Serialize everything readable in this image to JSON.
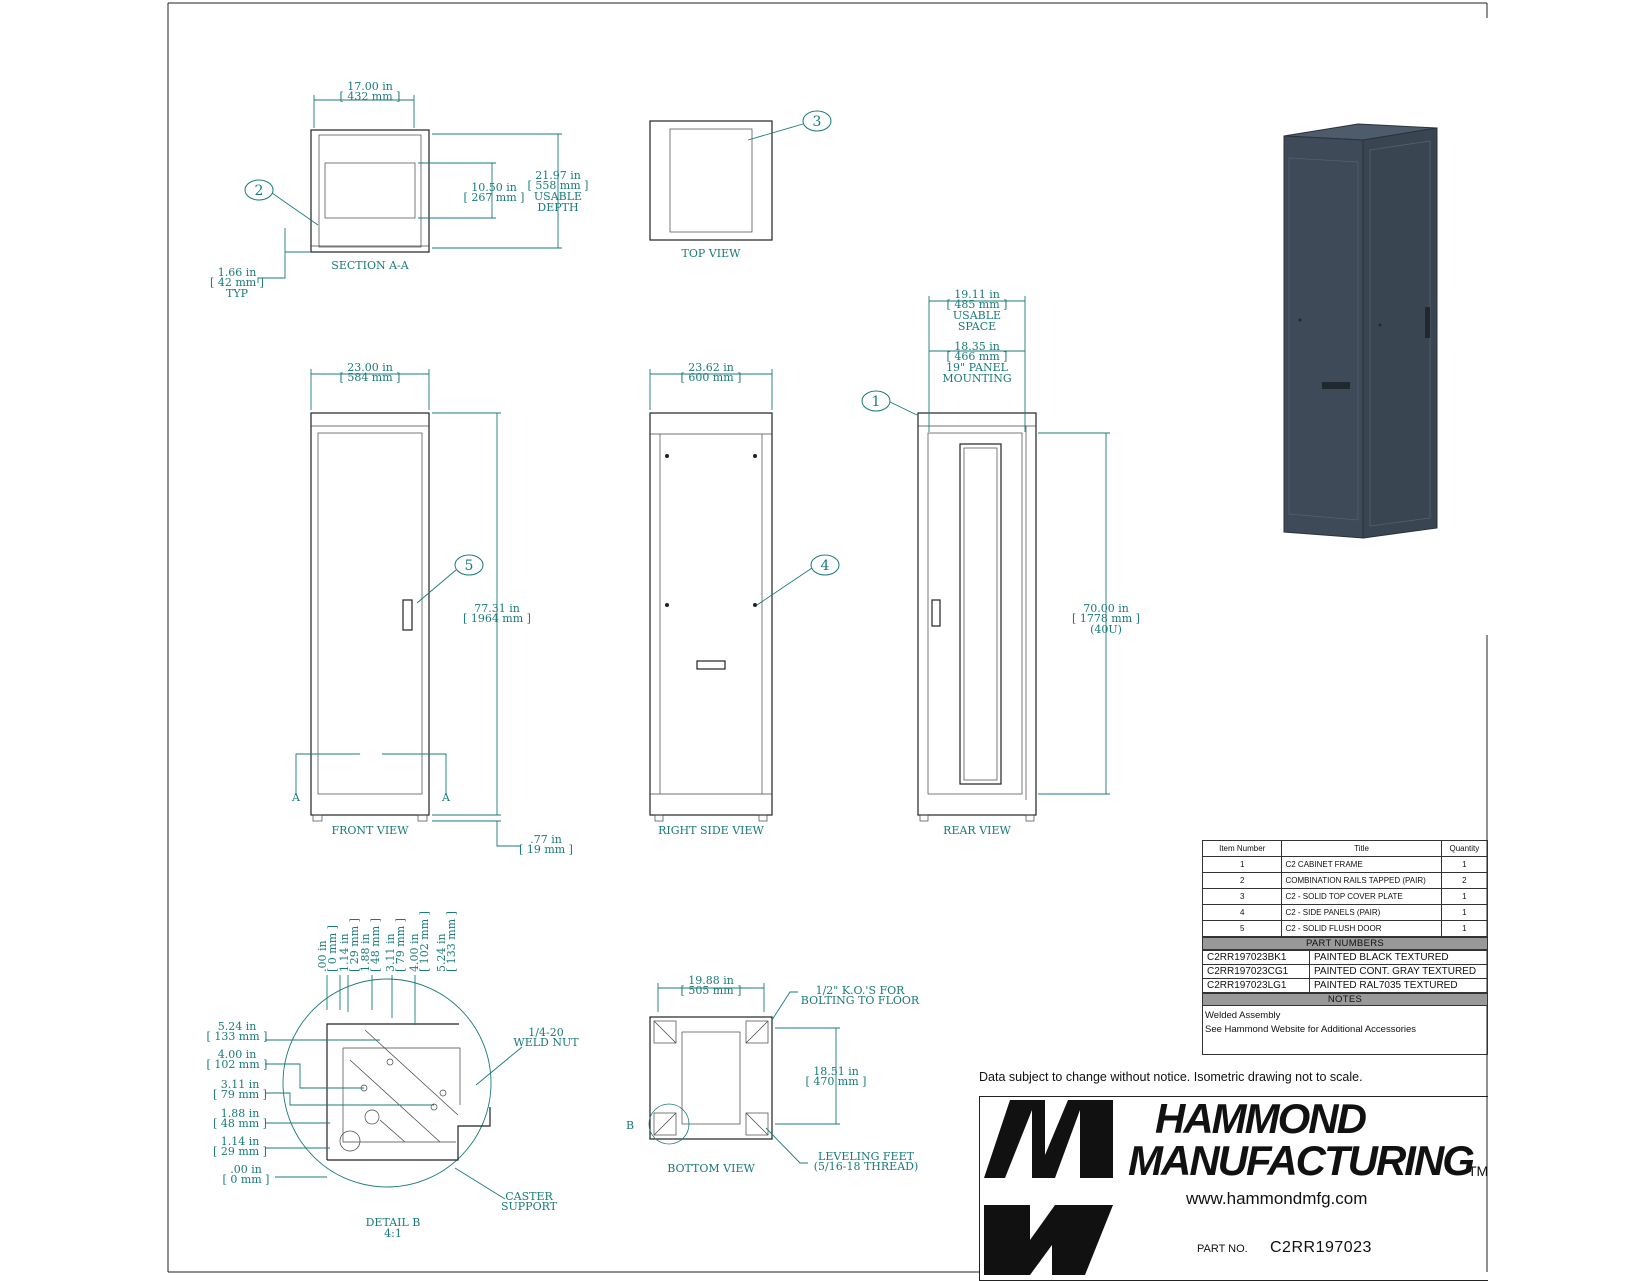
{
  "views": {
    "section_aa": "SECTION A-A",
    "top": "TOP VIEW",
    "front": "FRONT VIEW",
    "right_side": "RIGHT SIDE VIEW",
    "rear": "REAR VIEW",
    "bottom": "BOTTOM VIEW",
    "detail_b": "DETAIL B",
    "detail_b_scale": "4:1"
  },
  "dimensions": {
    "sec_width": [
      "17.00 in",
      "[ 432 mm ]"
    ],
    "sec_rail": [
      "10.50 in",
      "[ 267 mm ]"
    ],
    "sec_depth": [
      "21.97 in",
      "[ 558 mm ]",
      "USABLE",
      "DEPTH"
    ],
    "sec_typ": [
      "1.66 in",
      "[ 42 mm ]",
      "TYP"
    ],
    "front_width": [
      "23.00 in",
      "[ 584 mm ]"
    ],
    "front_height": [
      "77.31 in",
      "[ 1964 mm ]"
    ],
    "front_feet": [
      ".77 in",
      "[ 19 mm ]"
    ],
    "side_width": [
      "23.62 in",
      "[ 600 mm ]"
    ],
    "rear_usable": [
      "19.11 in",
      "[ 485 mm ]",
      "USABLE",
      "SPACE"
    ],
    "rear_panel": [
      "18.35 in",
      "[ 466 mm ]",
      "19\" PANEL",
      "MOUNTING"
    ],
    "rear_height": [
      "70.00 in",
      "[ 1778 mm ]",
      "(40U)"
    ],
    "bottom_width": [
      "19.88 in",
      "[ 505 mm ]"
    ],
    "bottom_depth": [
      "18.51 in",
      "[ 470 mm ]"
    ],
    "ko": [
      "1/2\" K.O.'S FOR",
      "BOLTING TO FLOOR"
    ],
    "feet": [
      "LEVELING FEET",
      "(5/16-18 THREAD)"
    ],
    "weld_nut": [
      "1/4-20",
      "WELD NUT"
    ],
    "caster": [
      "CASTER",
      "SUPPORT"
    ],
    "detail_left": [
      [
        "5.24 in",
        "[ 133 mm ]"
      ],
      [
        "4.00 in",
        "[ 102 mm ]"
      ],
      [
        "3.11 in",
        "[ 79 mm ]"
      ],
      [
        "1.88 in",
        "[ 48 mm ]"
      ],
      [
        "1.14 in",
        "[ 29 mm ]"
      ],
      [
        ".00 in",
        "[ 0 mm ]"
      ]
    ],
    "detail_top": [
      [
        ".00 in",
        "[ 0 mm ]"
      ],
      [
        "1.14 in",
        "[ 29 mm ]"
      ],
      [
        "1.88 in",
        "[ 48 mm ]"
      ],
      [
        "3.11 in",
        "[ 79 mm ]"
      ],
      [
        "4.00 in",
        "[ 102 mm ]"
      ],
      [
        "5.24 in",
        "[ 133 mm ]"
      ]
    ]
  },
  "markers": {
    "a_left": "A",
    "a_right": "A",
    "b": "B"
  },
  "balloons": [
    "1",
    "2",
    "3",
    "4",
    "5"
  ],
  "bom": {
    "headers": [
      "Item Number",
      "Title",
      "Quantity"
    ],
    "rows": [
      [
        "1",
        "C2 CABINET FRAME",
        "1"
      ],
      [
        "2",
        "COMBINATION RAILS TAPPED (PAIR)",
        "2"
      ],
      [
        "3",
        "C2 - SOLID TOP COVER PLATE",
        "1"
      ],
      [
        "4",
        "C2 - SIDE PANELS (PAIR)",
        "1"
      ],
      [
        "5",
        "C2 - SOLID FLUSH DOOR",
        "1"
      ]
    ]
  },
  "part_numbers": {
    "header": "PART NUMBERS",
    "rows": [
      [
        "C2RR197023BK1",
        "PAINTED BLACK TEXTURED"
      ],
      [
        "C2RR197023CG1",
        "PAINTED CONT. GRAY TEXTURED"
      ],
      [
        "C2RR197023LG1",
        "PAINTED RAL7035 TEXTURED"
      ]
    ]
  },
  "notes": {
    "header": "NOTES",
    "lines": [
      "Welded Assembly",
      "See Hammond Website for Additional Accessories"
    ]
  },
  "disclaimer": "Data subject to change without notice. Isometric drawing not to scale.",
  "title_block": {
    "company_line1": "HAMMOND",
    "company_line2": "MANUFACTURING",
    "trademark": "TM",
    "website": "www.hammondmfg.com",
    "part_no_label": "PART NO.",
    "part_no_value": "C2RR197023"
  },
  "colors": {
    "dimension": "#1a7a7a",
    "outline": "#222222",
    "cabinet_iso": "#3e4a58"
  }
}
